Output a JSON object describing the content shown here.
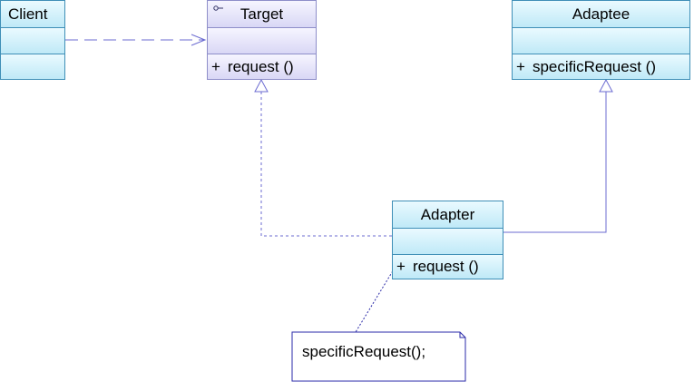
{
  "diagram": {
    "classes": {
      "client": {
        "name": "Client"
      },
      "target": {
        "name": "Target",
        "operation": "request ()",
        "visibility": "+"
      },
      "adaptee": {
        "name": "Adaptee",
        "operation": "specificRequest ()",
        "visibility": "+"
      },
      "adapter": {
        "name": "Adapter",
        "operation": "request ()",
        "visibility": "+"
      }
    },
    "note": {
      "text": "specificRequest();"
    },
    "relations": [
      {
        "from": "Client",
        "to": "Target",
        "kind": "dependency"
      },
      {
        "from": "Adapter",
        "to": "Target",
        "kind": "realization"
      },
      {
        "from": "Adapter",
        "to": "Adaptee",
        "kind": "generalization"
      },
      {
        "from": "note",
        "to": "Adapter.request",
        "kind": "note-anchor"
      }
    ],
    "colors": {
      "class_border": "#3f8fb7",
      "interface_border": "#8e8ec9",
      "connector": "#6b6bd1",
      "class_fill": "#bfeaf8",
      "interface_fill": "#dcdaf6"
    }
  }
}
